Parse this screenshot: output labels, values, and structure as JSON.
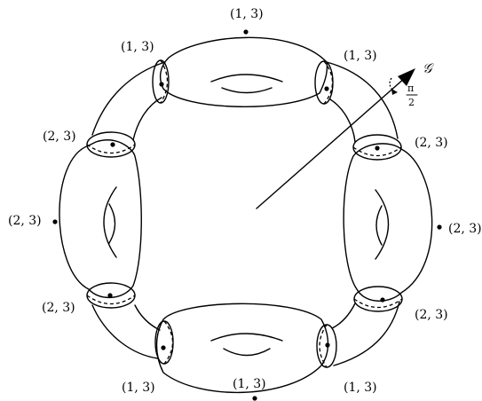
{
  "puncture_labels": {
    "top": "(1, 3)",
    "top_left": "(1, 3)",
    "top_right": "(1, 3)",
    "upper_left": "(2, 3)",
    "upper_right": "(2, 3)",
    "left": "(2, 3)",
    "right": "(2, 3)",
    "lower_left": "(2, 3)",
    "lower_right": "(2, 3)",
    "bottom_left": "(1, 3)",
    "bottom_center": "(1, 3)",
    "bottom_right": "(1, 3)"
  },
  "rotation": {
    "symbol": "𝒢",
    "angle_numerator": "π",
    "angle_denominator": "2"
  }
}
